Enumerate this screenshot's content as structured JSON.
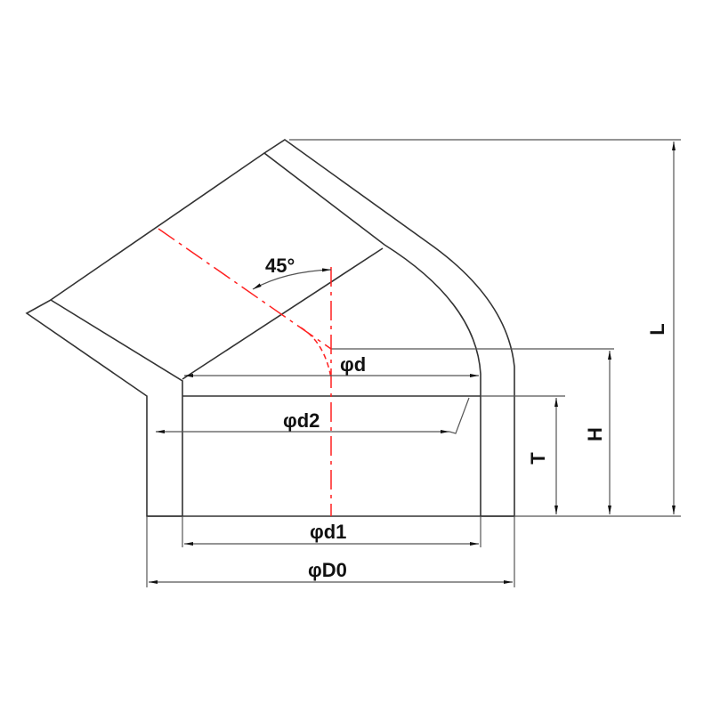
{
  "diagram": {
    "labels": {
      "angle": "45°",
      "inner_diameter": "φd",
      "socket_diameter": "φd2",
      "bottom_inner_diameter": "φd1",
      "outer_diameter": "φD0",
      "socket_depth": "T",
      "height": "H",
      "length": "L"
    },
    "colors": {
      "outline": "#333333",
      "centerline": "#ff2020",
      "hatch": "#333333"
    }
  }
}
